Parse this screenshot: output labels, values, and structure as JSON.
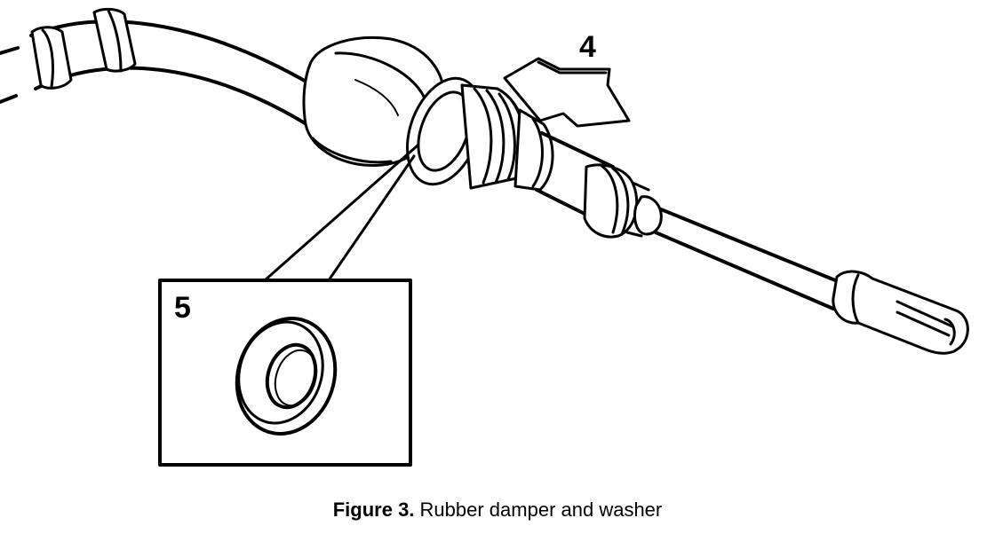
{
  "callouts": {
    "arrow_label": "4",
    "inset_label": "5"
  },
  "caption": {
    "label": "Figure 3.",
    "text": " Rubber damper and washer"
  }
}
